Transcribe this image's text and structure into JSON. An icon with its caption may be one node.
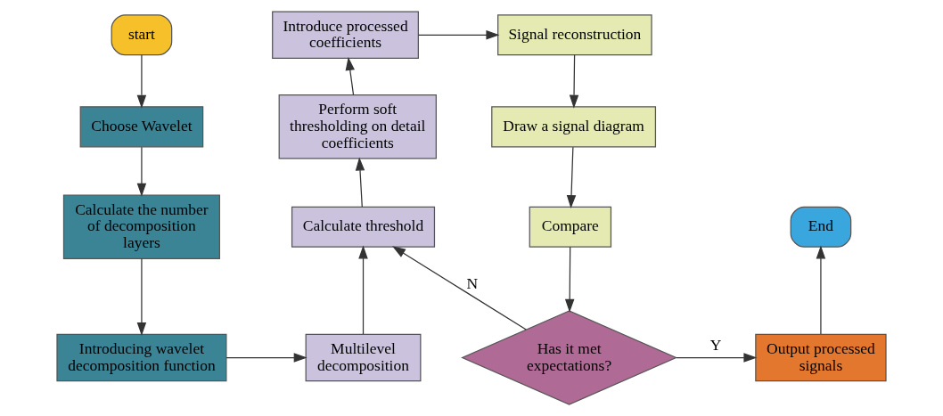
{
  "diagram": {
    "nodes": [
      {
        "text": [
          "start"
        ]
      },
      {
        "text": [
          "Choose Wavelet"
        ]
      },
      {
        "text": [
          "Calculate the number of decomposition layers"
        ]
      },
      {
        "text": [
          "Introducing wavelet decomposition function"
        ]
      },
      {
        "text": [
          "Multilevel decomposition"
        ]
      },
      {
        "text": [
          "Calculate threshold"
        ]
      },
      {
        "text": [
          "Perform soft thresholding on detail coefficients"
        ]
      },
      {
        "text": [
          "Introduce processed coefficients"
        ]
      },
      {
        "text": [
          "Signal reconstruction"
        ]
      },
      {
        "text": [
          "Draw a signal diagram"
        ]
      },
      {
        "text": [
          "Compare"
        ]
      },
      {
        "text": [
          "Has it met expectations?"
        ]
      },
      {
        "text": [
          "Output processed signals"
        ]
      },
      {
        "text": [
          "End"
        ]
      }
    ],
    "edges": [
      {
        "from": 0,
        "to": 1,
        "arrow": "to"
      },
      {
        "from": 1,
        "to": 2,
        "arrow": "to"
      },
      {
        "from": 2,
        "to": 3,
        "arrow": "to"
      },
      {
        "from": 3,
        "to": 4,
        "arrow": "to"
      },
      {
        "from": 4,
        "to": 5,
        "arrow": "to"
      },
      {
        "from": 5,
        "to": 6,
        "arrow": "to"
      },
      {
        "from": 6,
        "to": 7,
        "arrow": "to"
      },
      {
        "from": 7,
        "to": 8,
        "arrow": "to"
      },
      {
        "from": 8,
        "to": 9,
        "arrow": "to"
      },
      {
        "from": 9,
        "to": 10,
        "arrow": "to"
      },
      {
        "from": 10,
        "to": 11,
        "arrow": "to"
      },
      {
        "from": 11,
        "to": 5,
        "arrow": "to",
        "label": "N"
      },
      {
        "from": 11,
        "to": 12,
        "arrow": "to",
        "label": "Y"
      },
      {
        "from": 12,
        "to": 13,
        "arrow": "to"
      }
    ]
  }
}
